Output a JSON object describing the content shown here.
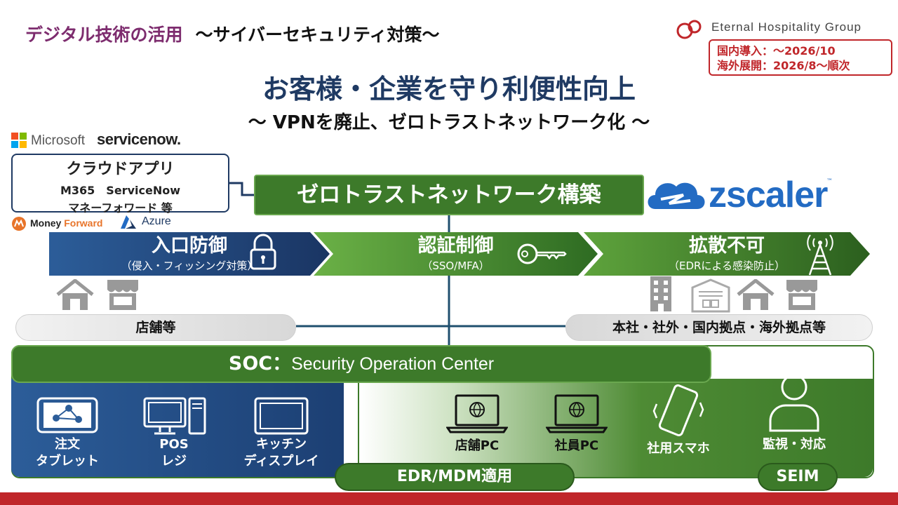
{
  "header": {
    "title_part1": "デジタル技術の活用",
    "title_part2": "～サイバーセキュリティ対策～",
    "company": "Eternal Hospitality Group",
    "domestic": "国内導入：～2026/10",
    "overseas": "海外展開：2026/8～順次"
  },
  "main": {
    "title": "お客様・企業を守り利便性向上",
    "subtitle": "～ VPNを廃止、ゼロトラストネットワーク化 ～"
  },
  "vendors": {
    "microsoft": "Microsoft",
    "servicenow": "servicenow.",
    "money_forward_1": "Money ",
    "money_forward_2": "Forward",
    "azure": "Azure",
    "zscaler": "zscaler",
    "zscaler_tm": "™"
  },
  "cloud_apps": {
    "title": "クラウドアプリ",
    "line1": "M365　ServiceNow",
    "line2": "マネーフォワード 等"
  },
  "zero_trust": {
    "label": "ゼロトラストネットワーク構築"
  },
  "steps": [
    {
      "title": "入口防御",
      "sub": "（侵入・フィッシング対策）",
      "icon": "lock-icon"
    },
    {
      "title": "認証制御",
      "sub": "（SSO/MFA）",
      "icon": "key-icon"
    },
    {
      "title": "拡散不可",
      "sub": "（EDRによる感染防止）",
      "icon": "antenna-icon"
    }
  ],
  "locations": {
    "left": "店舗等",
    "right": "本社・社外・国内拠点・海外拠点等"
  },
  "soc": {
    "bold": "SOC：",
    "rest": "Security Operation Center"
  },
  "devices": {
    "tablet": [
      "注文",
      "タブレット"
    ],
    "pos": [
      "POS",
      "レジ"
    ],
    "kitchen": [
      "キッチン",
      "ディスプレイ"
    ],
    "store_pc": "店舗PC",
    "staff_pc": "社員PC",
    "phone": "社用スマホ",
    "monitor": "監視・対応"
  },
  "edr_label": "EDR/MDM適用",
  "seim_label": "SEIM",
  "colors": {
    "purple": "#7d2c6e",
    "navy": "#1f3a63",
    "green": "#3d7a2a",
    "red": "#c0262a",
    "zscaler_blue": "#236bc3"
  }
}
